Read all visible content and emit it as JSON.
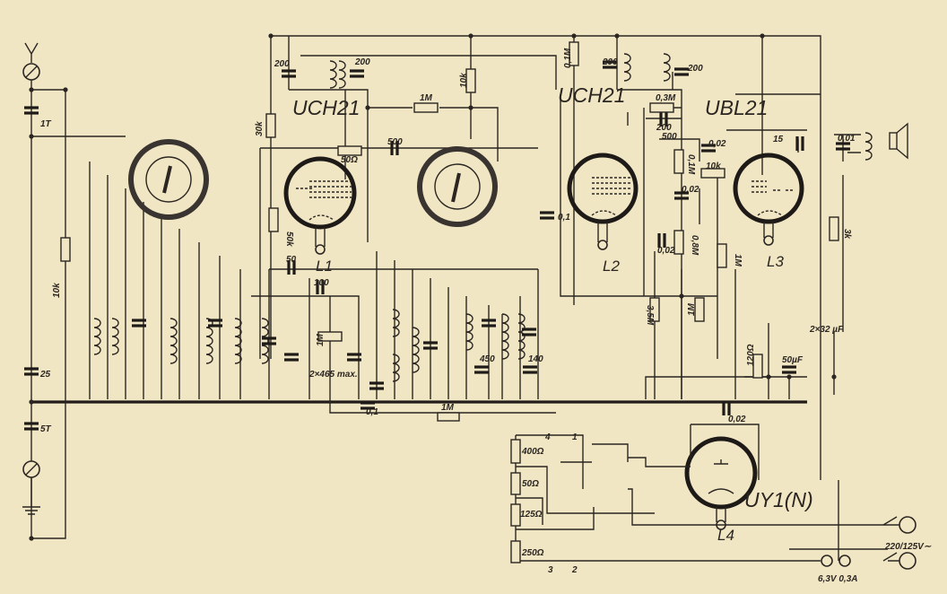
{
  "tubes": {
    "mixer": "UCH21",
    "if_amp": "UCH21",
    "output": "UBL21",
    "rectifier": "UY1(N)"
  },
  "tube_refs": {
    "l1": "L1",
    "l2": "L2",
    "l3": "L3",
    "l4": "L4"
  },
  "antenna": {
    "c_series": "1T",
    "r_bias": "10k",
    "c_tune": "25",
    "c_ground": "5T"
  },
  "if1": {
    "c_left": "200",
    "c_right": "200"
  },
  "if2": {
    "c_left": "200",
    "c_right": "200"
  },
  "mixer_stage": {
    "r_screen": "30k",
    "r_anode": "10k",
    "r_agc": "1M",
    "r_grid": "50Ω",
    "c_couple": "500",
    "r_osc": "50k",
    "c_50": "50",
    "c_100": "100",
    "r_1m": "1M",
    "gang": "2×465 max.",
    "c_bypass": "0,1",
    "r_agc2": "1M"
  },
  "osc_coils": {
    "c_450": "450",
    "c_140": "140"
  },
  "if_stage": {
    "r_01m": "0,1M",
    "c_01": "0,1",
    "r_03m": "0,3M",
    "c_200": "200",
    "c_500": "500"
  },
  "audio": {
    "c_002a": "0,02",
    "r_01m": "0,1M",
    "c_002b": "0,02",
    "r_10k": "10k",
    "c_15": "15",
    "c_001": "0,01",
    "r_3k": "3k",
    "c_002c": "0,02",
    "pot_08m": "0,8M",
    "r_35m": "3,5M",
    "r_1m_a": "1M",
    "r_1m_b": "1M",
    "r_120": "120Ω",
    "c_50uf": "50µF",
    "c_2x32": "2×32 µF"
  },
  "power": {
    "c_002": "0,02",
    "r_400": "400Ω",
    "r_50": "50Ω",
    "r_125": "125Ω",
    "r_250": "250Ω",
    "tap_4": "4",
    "tap_1": "1",
    "tap_3": "3",
    "tap_2": "2",
    "mains": "220/125V∼",
    "lamps": "6,3V 0,3A"
  }
}
